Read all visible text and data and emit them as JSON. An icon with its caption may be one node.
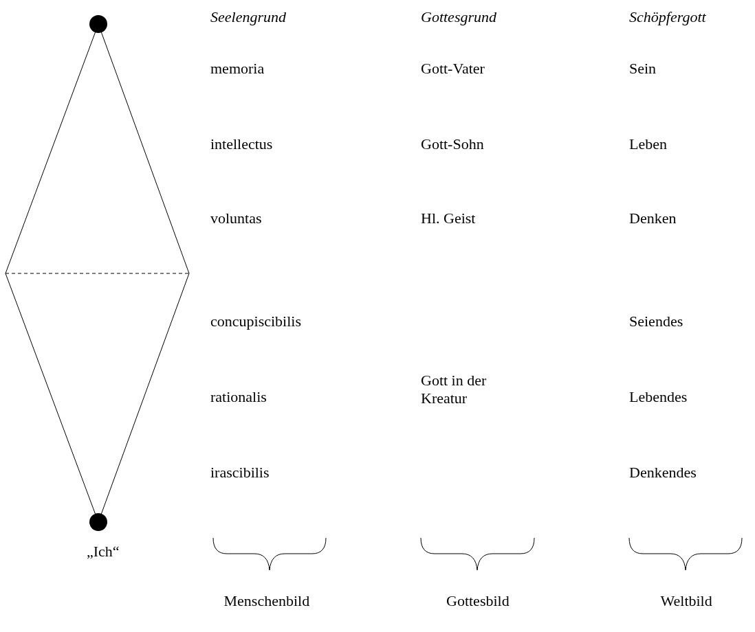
{
  "diagram": {
    "labels": [
      "Seelengrund",
      "Gottesgrund",
      "Schöpfergott",
      "memoria",
      "Gott-Vater",
      "Sein",
      "intellectus",
      "Gott-Sohn",
      "Leben",
      "voluntas",
      "Hl. Geist",
      "Denken",
      "concupiscibilis",
      "Seiendes",
      "Gott in der Kreatur",
      "rationalis",
      "Lebendes",
      "irascibilis",
      "Denkendes",
      "„Ich“",
      "Menschenbild",
      "Gottesbild",
      "Weltbild"
    ]
  }
}
